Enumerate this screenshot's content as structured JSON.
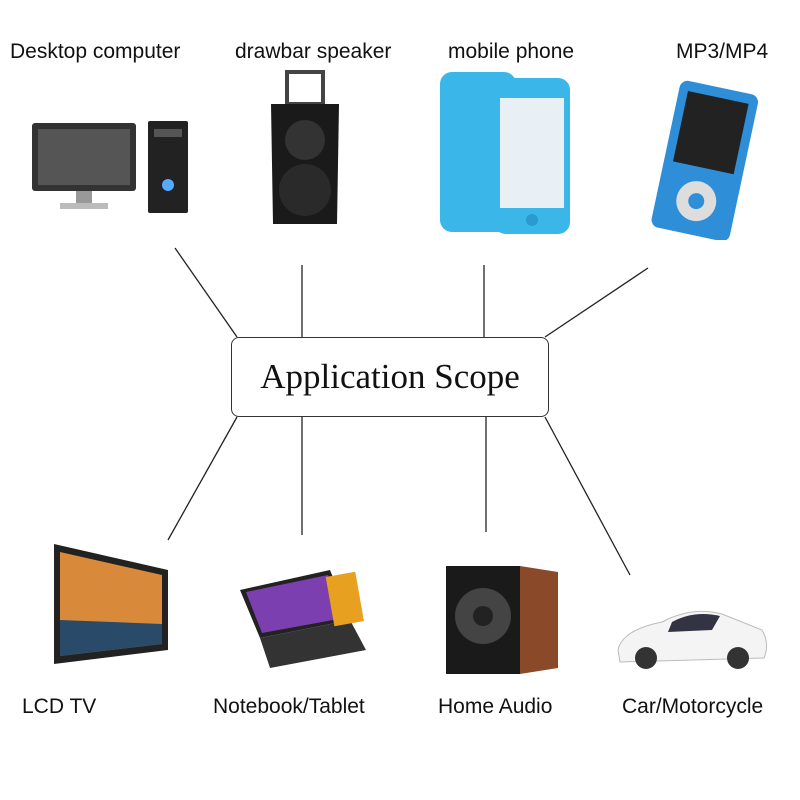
{
  "center": {
    "title": "Application Scope"
  },
  "top": [
    {
      "label": "Desktop computer",
      "icon": "desktop-computer-icon"
    },
    {
      "label": "drawbar speaker",
      "icon": "speaker-icon"
    },
    {
      "label": "mobile phone",
      "icon": "phone-icon"
    },
    {
      "label": "MP3/MP4",
      "icon": "mp3-player-icon"
    }
  ],
  "bottom": [
    {
      "label": "LCD TV",
      "icon": "tv-icon"
    },
    {
      "label": "Notebook/Tablet",
      "icon": "laptop-icon"
    },
    {
      "label": "Home Audio",
      "icon": "home-audio-icon"
    },
    {
      "label": "Car/Motorcycle",
      "icon": "car-icon"
    }
  ]
}
